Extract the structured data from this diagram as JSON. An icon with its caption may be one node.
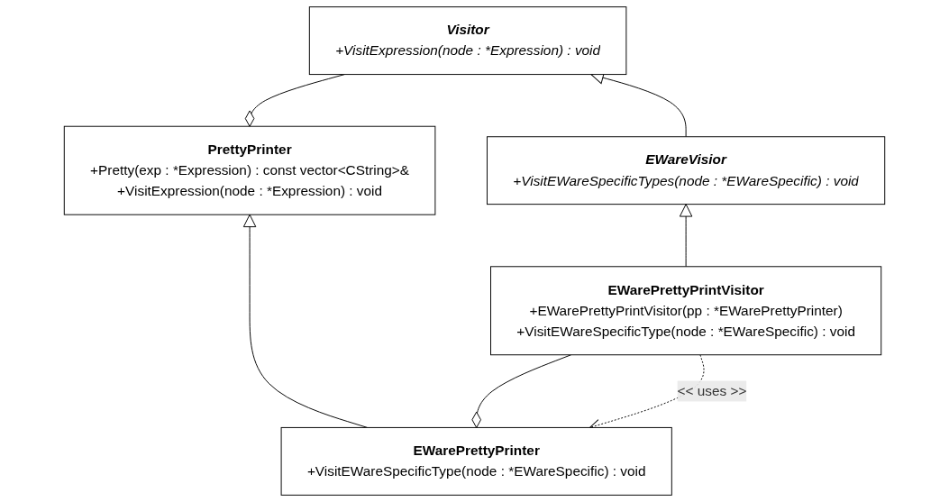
{
  "diagram": {
    "nodes": [
      {
        "text": [
          "PrettyPrinter",
          "+Pretty(exp : *Expression) : const vector<CString>&",
          "+VisitExpression(node : *Expression) : void"
        ]
      },
      {
        "text": [
          "Visitor",
          "+VisitExpression(node : *Expression) : void"
        ]
      },
      {
        "text": [
          "EWareVisior",
          "+VisitEWareSpecificTypes(node : *EWareSpecific) : void"
        ]
      },
      {
        "text": [
          "EWarePrettyPrinter",
          "+VisitEWareSpecificType(node : *EWareSpecific) : void"
        ]
      },
      {
        "text": [
          "EWarePrettyPrintVisitor",
          "+EWarePrettyPrintVisitor(pp : *EWarePrettyPrinter)",
          "+VisitEWareSpecificType(node : *EWareSpecific) : void"
        ]
      }
    ],
    "edges": [
      {
        "from": 0,
        "to": 1,
        "arrow": "other"
      },
      {
        "from": 3,
        "to": 0,
        "arrow": "to"
      },
      {
        "from": 2,
        "to": 1,
        "arrow": "to"
      },
      {
        "from": 4,
        "to": 2,
        "arrow": "to"
      },
      {
        "from": 3,
        "to": 4,
        "arrow": "other"
      },
      {
        "from": 4,
        "to": 3,
        "arrow": "to",
        "style": "dashed",
        "label": "<< uses >>"
      }
    ]
  }
}
